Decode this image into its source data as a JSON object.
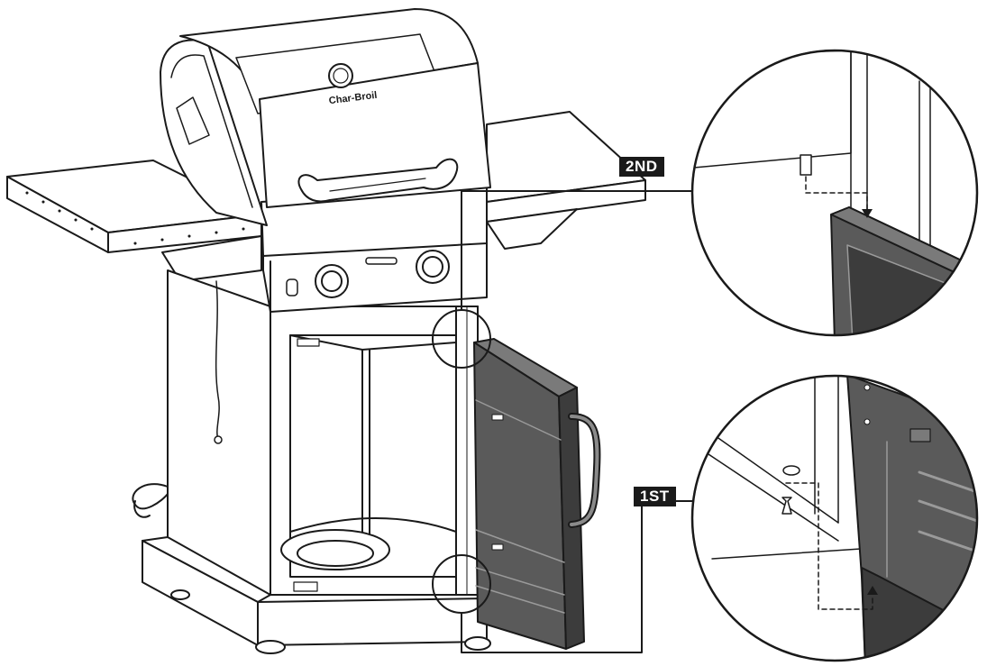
{
  "labels": {
    "step_second": "2ND",
    "step_first": "1ST"
  },
  "logo_text": "Char-Broil",
  "colors": {
    "line": "#1a1a1a",
    "door_fill": "#5a5a5a",
    "door_dark": "#3c3c3c",
    "tag_bg": "#1a1a1a",
    "tag_text": "#ffffff"
  }
}
